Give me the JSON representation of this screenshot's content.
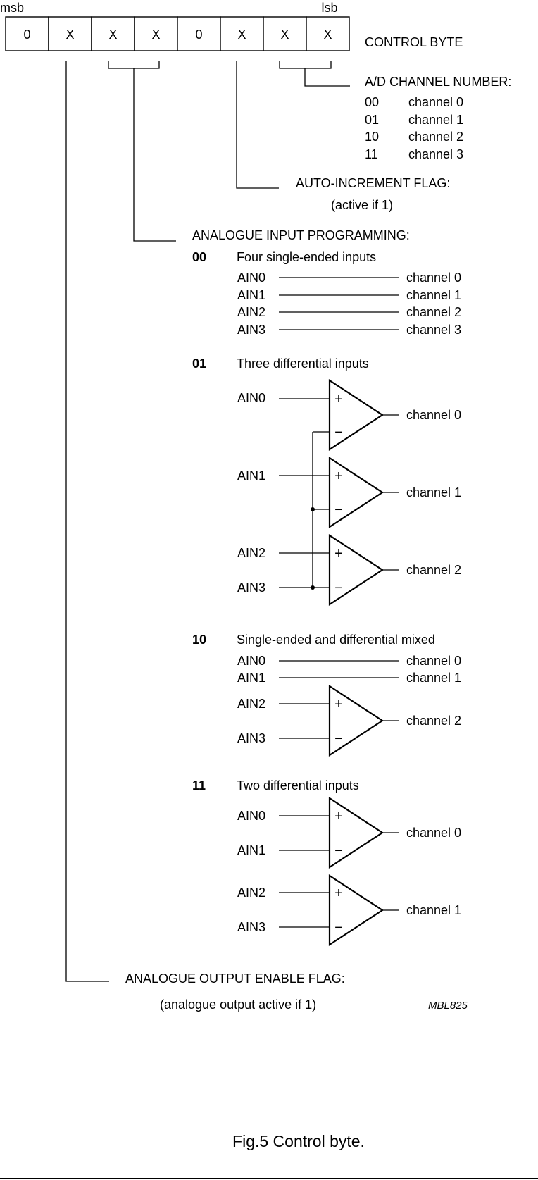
{
  "register": {
    "msb_label": "msb",
    "lsb_label": "lsb",
    "bits": [
      "0",
      "X",
      "X",
      "X",
      "0",
      "X",
      "X",
      "X"
    ],
    "title": "CONTROL BYTE"
  },
  "channel_number": {
    "heading": "A/D CHANNEL NUMBER:",
    "rows": [
      {
        "code": "00",
        "label": "channel 0"
      },
      {
        "code": "01",
        "label": "channel 1"
      },
      {
        "code": "10",
        "label": "channel 2"
      },
      {
        "code": "11",
        "label": "channel 3"
      }
    ]
  },
  "auto_increment": {
    "heading": "AUTO-INCREMENT FLAG:",
    "note": "(active if 1)"
  },
  "input_programming": {
    "heading": "ANALOGUE INPUT PROGRAMMING:",
    "modes": [
      {
        "code": "00",
        "title": "Four single-ended inputs",
        "lines": [
          {
            "input": "AIN0",
            "output": "channel 0"
          },
          {
            "input": "AIN1",
            "output": "channel 1"
          },
          {
            "input": "AIN2",
            "output": "channel 2"
          },
          {
            "input": "AIN3",
            "output": "channel 3"
          }
        ]
      },
      {
        "code": "01",
        "title": "Three differential inputs",
        "inputs": [
          "AIN0",
          "AIN1",
          "AIN2",
          "AIN3"
        ],
        "outputs": [
          "channel 0",
          "channel 1",
          "channel 2"
        ]
      },
      {
        "code": "10",
        "title": "Single-ended and differential mixed",
        "lines": [
          {
            "input": "AIN0",
            "output": "channel 0"
          },
          {
            "input": "AIN1",
            "output": "channel 1"
          }
        ],
        "diff_inputs": [
          "AIN2",
          "AIN3"
        ],
        "diff_output": "channel 2"
      },
      {
        "code": "11",
        "title": "Two differential inputs",
        "inputs": [
          "AIN0",
          "AIN1",
          "AIN2",
          "AIN3"
        ],
        "outputs": [
          "channel 0",
          "channel 1"
        ]
      }
    ],
    "plus_sign": "+",
    "minus_sign": "−"
  },
  "output_enable": {
    "heading": "ANALOGUE OUTPUT ENABLE FLAG:",
    "note": "(analogue output active if 1)"
  },
  "figure_code": "MBL825",
  "caption": "Fig.5  Control byte."
}
